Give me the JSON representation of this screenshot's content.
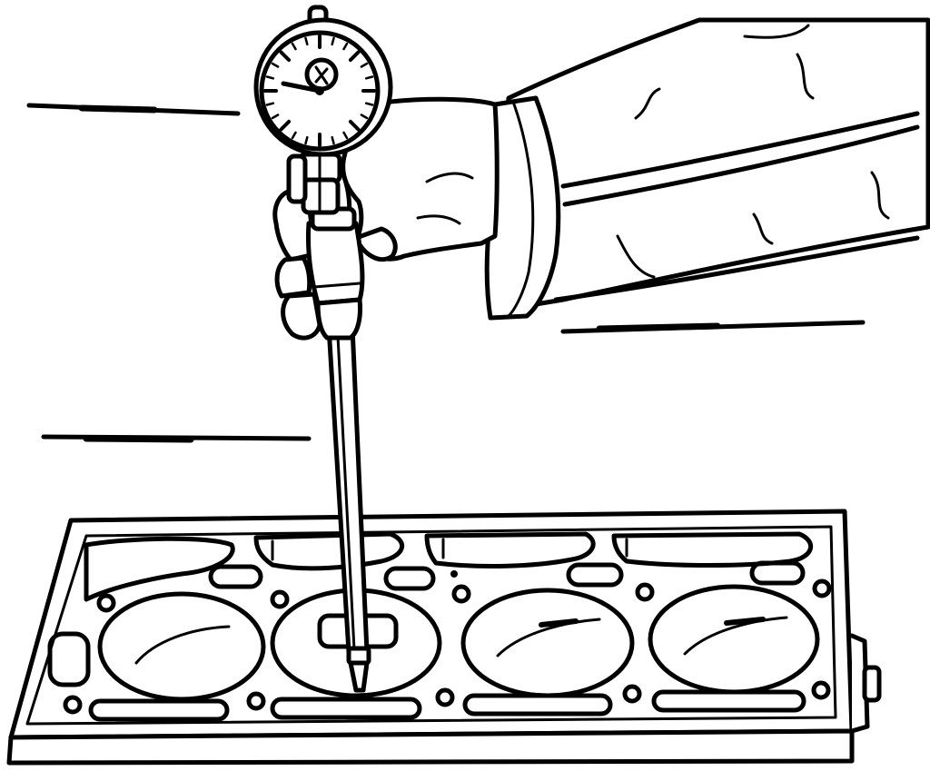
{
  "figure": {
    "subject": "dial-bore-gauge-measuring-cylinder-block",
    "ink_color": "#000000",
    "paper_color": "#ffffff",
    "cylinder_count": 4,
    "measured_cylinder": 2
  }
}
